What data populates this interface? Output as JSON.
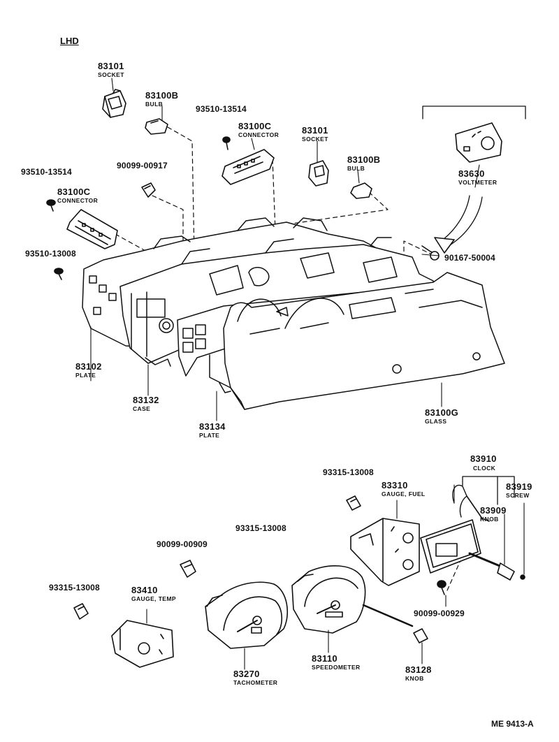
{
  "header": {
    "region": "LHD"
  },
  "reference": "ME 9413-A",
  "parts": {
    "p83101a": {
      "number": "83101",
      "name": "SOCKET"
    },
    "p83100b_a": {
      "number": "83100B",
      "name": "BULB"
    },
    "p93510_13514_a": {
      "number": "93510-13514"
    },
    "p83100c_a": {
      "number": "83100C",
      "name": "CONNECTOR"
    },
    "p83101b": {
      "number": "83101",
      "name": "SOCKET"
    },
    "p83100b_b": {
      "number": "83100B",
      "name": "BULB"
    },
    "p93510_13514_b": {
      "number": "93510-13514"
    },
    "p90099_00917": {
      "number": "90099-00917"
    },
    "p83100c_b": {
      "number": "83100C",
      "name": "CONNECTOR"
    },
    "p93510_13008": {
      "number": "93510-13008"
    },
    "p83630": {
      "number": "83630",
      "name": "VOLTMETER"
    },
    "p90167_50004": {
      "number": "90167-50004"
    },
    "p83102": {
      "number": "83102",
      "name": "PLATE"
    },
    "p83132": {
      "number": "83132",
      "name": "CASE"
    },
    "p83134": {
      "number": "83134",
      "name": "PLATE"
    },
    "p83100g": {
      "number": "83100G",
      "name": "GLASS"
    },
    "p83910": {
      "number": "83910",
      "name": "CLOCK"
    },
    "p93315_13008_a": {
      "number": "93315-13008"
    },
    "p83310": {
      "number": "83310",
      "name": "GAUGE, FUEL"
    },
    "p83919": {
      "number": "83919",
      "name": "SCREW"
    },
    "p83909": {
      "number": "83909",
      "name": "KNOB"
    },
    "p93315_13008_b": {
      "number": "93315-13008"
    },
    "p90099_00909": {
      "number": "90099-00909"
    },
    "p90099_00929": {
      "number": "90099-00929"
    },
    "p93315_13008_c": {
      "number": "93315-13008"
    },
    "p83410": {
      "number": "83410",
      "name": "GAUGE, TEMP"
    },
    "p83110": {
      "number": "83110",
      "name": "SPEEDOMETER"
    },
    "p83128": {
      "number": "83128",
      "name": "KNOB"
    },
    "p83270": {
      "number": "83270",
      "name": "TACHOMETER"
    }
  }
}
